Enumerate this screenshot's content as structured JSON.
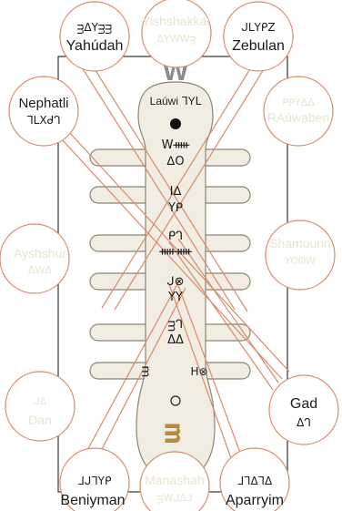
{
  "colors": {
    "line": "#d98a6a",
    "active_text": "#1a1a1a",
    "faded_text": "#e9e4cf",
    "body_fill": "#f1ede3",
    "body_stroke": "#8a8570",
    "frame": "#333333",
    "accent_glyph": "#b88a3a",
    "crown": "#8c8c8c"
  },
  "tribes": {
    "yahudah": {
      "script": "ᴟᐃYᴟᴟ",
      "name": "Yahúdah"
    },
    "yishshakkar": {
      "name": "Yishshakkar",
      "script": "ᐃYWWᴟ"
    },
    "zebulan": {
      "script": "ᒍᒪYᑭZ",
      "name": "Zebulan"
    },
    "nephatli": {
      "name": "Nephatli",
      "script": "ᒣᒪXᑯᒉ"
    },
    "raubaben": {
      "script": "ᑭᑭYᐃᐃ",
      "name": "RAúwaben"
    },
    "ayshshur": {
      "name": "Ayshshur",
      "script": "ᐃWᐃ"
    },
    "shamounn": {
      "name": "Shamounn",
      "script": "YOᗰW"
    },
    "dan": {
      "script": "ᒍᐃ",
      "name": "Dan"
    },
    "gad": {
      "name": "Gad",
      "script": "ᐃᒉ"
    },
    "beniyman": {
      "script": "ᒧᒍᒣYᑭ",
      "name": "Beniyman"
    },
    "manashah": {
      "name": "Manashah",
      "script": "ᴟWᒍᐃᒧ"
    },
    "aparryim": {
      "script": "ᒧᒣᐃᒣᐃ",
      "name": "Aparryim"
    }
  },
  "body": {
    "crown": "W",
    "label": "Laúwi ᒣYᒪ",
    "glyphs": {
      "g1": "Wᚔ",
      "g2": "ᐃO",
      "g3": "Iᐃ",
      "g4": "Yᑭ",
      "g5": "ᑭᒉ",
      "g6": "ᚔᚔ",
      "g7": "ᒍ⊗",
      "g8": "YY",
      "g9": "ᴟᒉ",
      "g10": "ΔΔ",
      "left_hook": "ᴟ",
      "right_mark": "H⊗",
      "bottom": "ᴟ"
    }
  }
}
